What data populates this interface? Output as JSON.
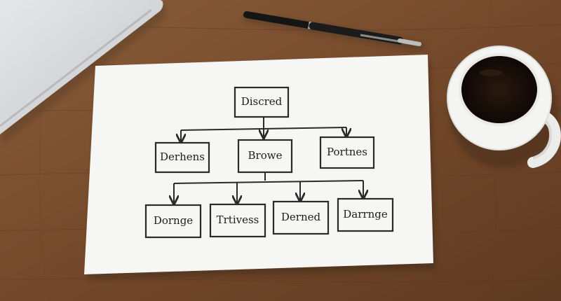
{
  "diagram": {
    "root": "Discred",
    "level1": [
      "Derhens",
      "Browe",
      "Portnes"
    ],
    "level2": [
      "Dornge",
      "Trtivess",
      "Derned",
      "Darrnge"
    ]
  },
  "colors": {
    "desk": "#7a5232",
    "paper": "#f6f6f4",
    "ink": "#2a2a2a",
    "coffee": "#1a0f08",
    "mug": "#f4f4f2",
    "laptop": "#d9dadc"
  }
}
